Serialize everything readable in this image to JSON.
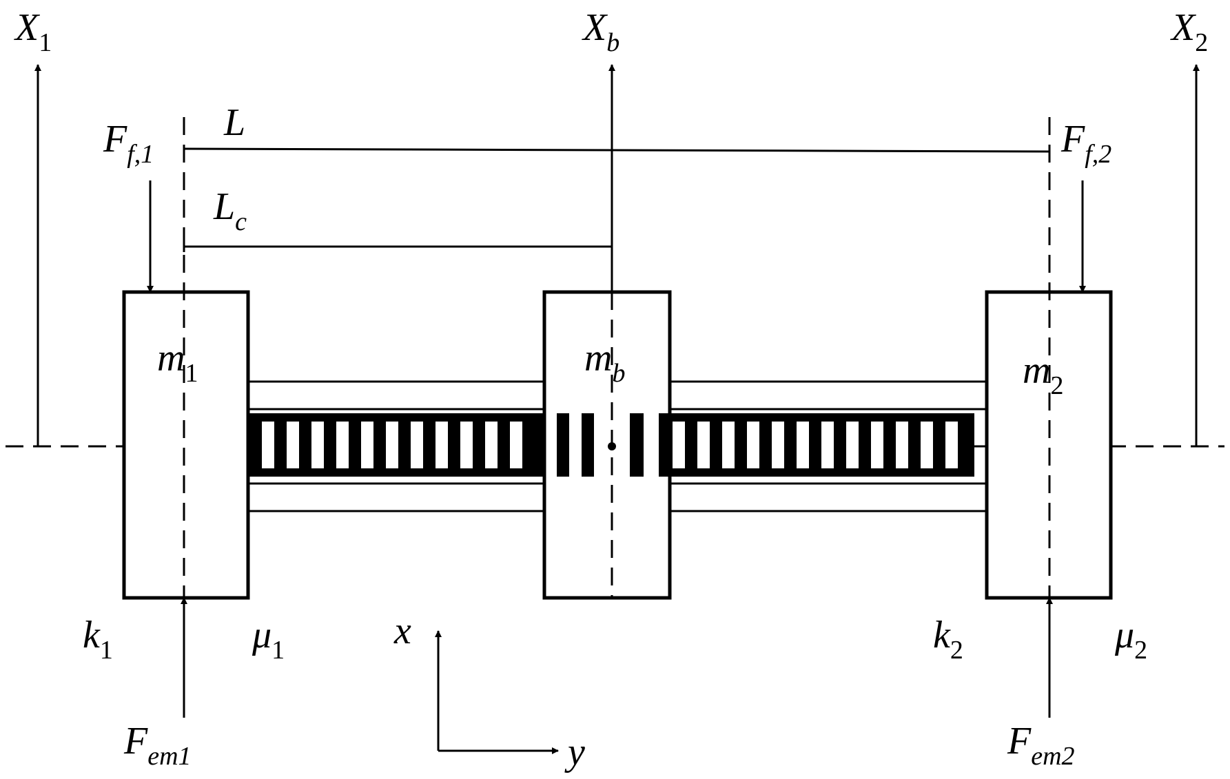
{
  "labels": {
    "X1": {
      "main": "X",
      "sub": "1"
    },
    "Xb": {
      "main": "X",
      "sub": "b"
    },
    "X2": {
      "main": "X",
      "sub": "2"
    },
    "Ff1": {
      "main": "F",
      "sub": "f,1"
    },
    "Ff2": {
      "main": "F",
      "sub": "f,2"
    },
    "L": {
      "main": "L"
    },
    "Lc": {
      "main": "L",
      "sub": "c"
    },
    "m1": {
      "main": "m",
      "sub": "1"
    },
    "mb": {
      "main": "m",
      "sub": "b"
    },
    "m2": {
      "main": "m",
      "sub": "2"
    },
    "k1": {
      "main": "k",
      "sub": "1"
    },
    "mu1": {
      "main": "μ",
      "sub": "1"
    },
    "k2": {
      "main": "k",
      "sub": "2"
    },
    "mu2": {
      "main": "μ",
      "sub": "2"
    },
    "Fem1": {
      "main": "F",
      "sub": "em1"
    },
    "Fem2": {
      "main": "F",
      "sub": "em2"
    },
    "x_axis": {
      "main": "x"
    },
    "y_axis": {
      "main": "y"
    }
  }
}
